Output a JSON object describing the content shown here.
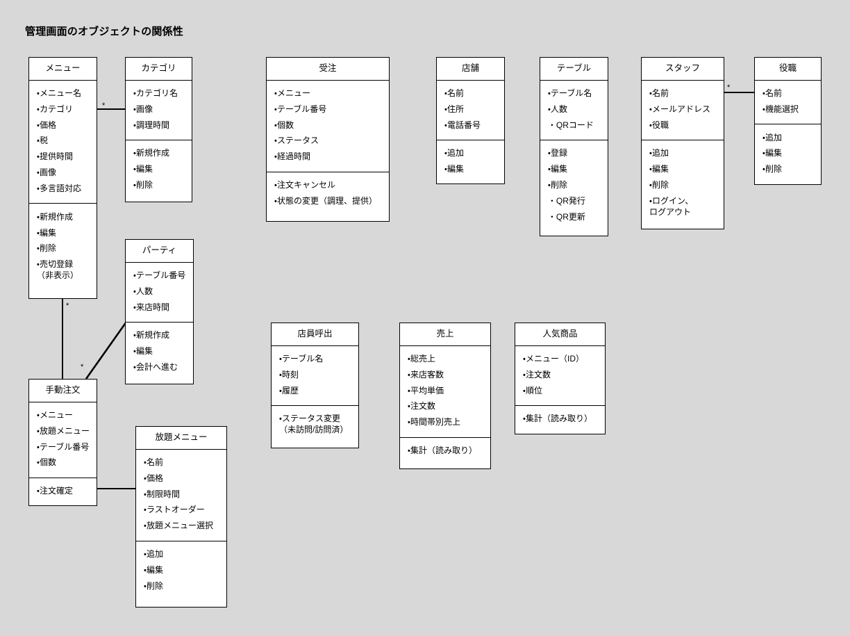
{
  "title": "管理画面のオブジェクトの関係性",
  "background_color": "#d8d8d8",
  "box_fill_color": "#ffffff",
  "line_color": "#000000",
  "boxes": {
    "menu": {
      "title": "メニュー",
      "attributes": [
        "メニュー名",
        "カテゴリ",
        "価格",
        "税",
        "提供時間",
        "画像",
        "多言語対応"
      ],
      "operations": [
        "新規作成",
        "編集",
        "削除",
        "売切登録\n（非表示）"
      ]
    },
    "category": {
      "title": "カテゴリ",
      "attributes": [
        "カテゴリ名",
        "画像",
        "調理時間"
      ],
      "operations": [
        "新規作成",
        "編集",
        "削除"
      ]
    },
    "order": {
      "title": "受注",
      "attributes": [
        "メニュー",
        "テーブル番号",
        "個数",
        "ステータス",
        "経過時間"
      ],
      "operations": [
        "注文キャンセル",
        "状態の変更（調理、提供）"
      ]
    },
    "shop": {
      "title": "店舗",
      "attributes": [
        "名前",
        "住所",
        "電話番号"
      ],
      "operations": [
        "追加",
        "編集"
      ]
    },
    "table": {
      "title": "テーブル",
      "attributes": [
        "テーブル名",
        "人数",
        "QRコード"
      ],
      "operations": [
        "登録",
        "編集",
        "削除",
        "QR発行",
        "QR更新"
      ]
    },
    "staff": {
      "title": "スタッフ",
      "attributes": [
        "名前",
        "メールアドレス",
        "役職"
      ],
      "operations": [
        "追加",
        "編集",
        "削除",
        "ログイン、\nログアウト"
      ]
    },
    "role": {
      "title": "役職",
      "attributes": [
        "名前",
        "機能選択"
      ],
      "operations": [
        "追加",
        "編集",
        "削除"
      ]
    },
    "party": {
      "title": "パーティ",
      "attributes": [
        "テーブル番号",
        "人数",
        "来店時間"
      ],
      "operations": [
        "新規作成",
        "編集",
        "会計へ進む"
      ]
    },
    "manual_order": {
      "title": "手動注文",
      "attributes": [
        "メニュー",
        "放題メニュー",
        "テーブル番号",
        "個数"
      ],
      "operations": [
        "注文確定"
      ]
    },
    "houdai_menu": {
      "title": "放題メニュー",
      "attributes": [
        "名前",
        "価格",
        "制限時間",
        "ラストオーダー",
        "放題メニュー選択"
      ],
      "operations": [
        "追加",
        "編集",
        "削除"
      ]
    },
    "staff_call": {
      "title": "店員呼出",
      "attributes": [
        "テーブル名",
        "時刻",
        "履歴"
      ],
      "operations": [
        "ステータス変更\n（未訪問/訪問済）"
      ]
    },
    "sales": {
      "title": "売上",
      "attributes": [
        "総売上",
        "来店客数",
        "平均単価",
        "注文数",
        "時間帯別売上"
      ],
      "operations": [
        "集計（読み取り）"
      ]
    },
    "popular_items": {
      "title": "人気商品",
      "attributes": [
        "メニュー（ID）",
        "注文数",
        "順位"
      ],
      "operations": [
        "集計（読み取り）"
      ]
    }
  },
  "relations": [
    {
      "id": "menu-category",
      "from": "menu",
      "to": "category",
      "multiplicity": "*"
    },
    {
      "id": "menu-manual-order",
      "from": "menu",
      "to": "manual_order",
      "multiplicity": "*"
    },
    {
      "id": "manual-order-party",
      "from": "manual_order",
      "to": "party",
      "multiplicity": "*"
    },
    {
      "id": "manual-order-houdai",
      "from": "manual_order",
      "to": "houdai_menu",
      "multiplicity": ""
    },
    {
      "id": "staff-role",
      "from": "staff",
      "to": "role",
      "multiplicity": "*"
    }
  ]
}
